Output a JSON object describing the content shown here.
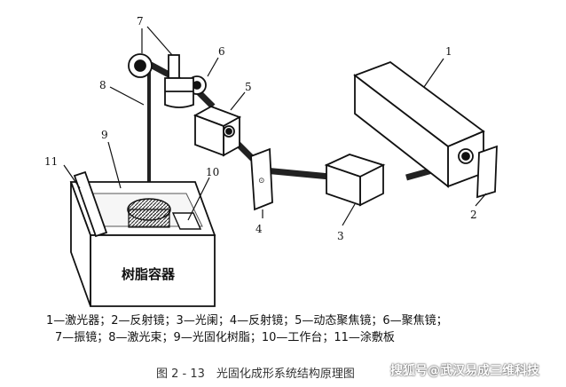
{
  "labels": {
    "n1": "1",
    "n2": "2",
    "n3": "3",
    "n4": "4",
    "n5": "5",
    "n6": "6",
    "n7": "7",
    "n8": "8",
    "n9": "9",
    "n10": "10",
    "n11": "11"
  },
  "container_label": "树脂容器",
  "legend": {
    "line1": "1—激光器；2—反射镜；3—光阑；4—反射镜；5—动态聚焦镜；6—聚焦镜；",
    "line2": "7—振镜；8—激光束；9—光固化树脂；10—工作台；11—涂敷板"
  },
  "caption": "图 2 - 13　光固化成形系统结构原理图",
  "watermark": "搜狐号@武汉易成三维科技"
}
